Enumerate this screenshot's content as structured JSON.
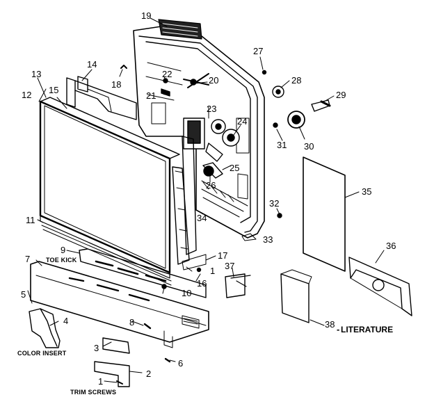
{
  "callouts": {
    "n1a": "1",
    "n1b": "1",
    "n2": "2",
    "n3": "3",
    "n4": "4",
    "n5": "5",
    "n6": "6",
    "n7": "7",
    "n8": "8",
    "n9": "9",
    "n10": "10",
    "n11": "11",
    "n12": "12",
    "n13": "13",
    "n14": "14",
    "n15": "15",
    "n16": "16",
    "n17": "17",
    "n18": "18",
    "n19": "19",
    "n20": "20",
    "n21": "21",
    "n22": "22",
    "n23": "23",
    "n24": "24",
    "n25": "25",
    "n26": "26",
    "n27": "27",
    "n28": "28",
    "n29": "29",
    "n30": "30",
    "n31": "31",
    "n32": "32",
    "n33": "33",
    "n34": "34",
    "n35": "35",
    "n36": "36",
    "n37": "37",
    "n38": "38"
  },
  "captions": {
    "toe_kick": "TOE KICK",
    "color_insert": "COLOR INSERT",
    "trim_screws": "TRIM SCREWS",
    "literature": "LITERATURE"
  }
}
